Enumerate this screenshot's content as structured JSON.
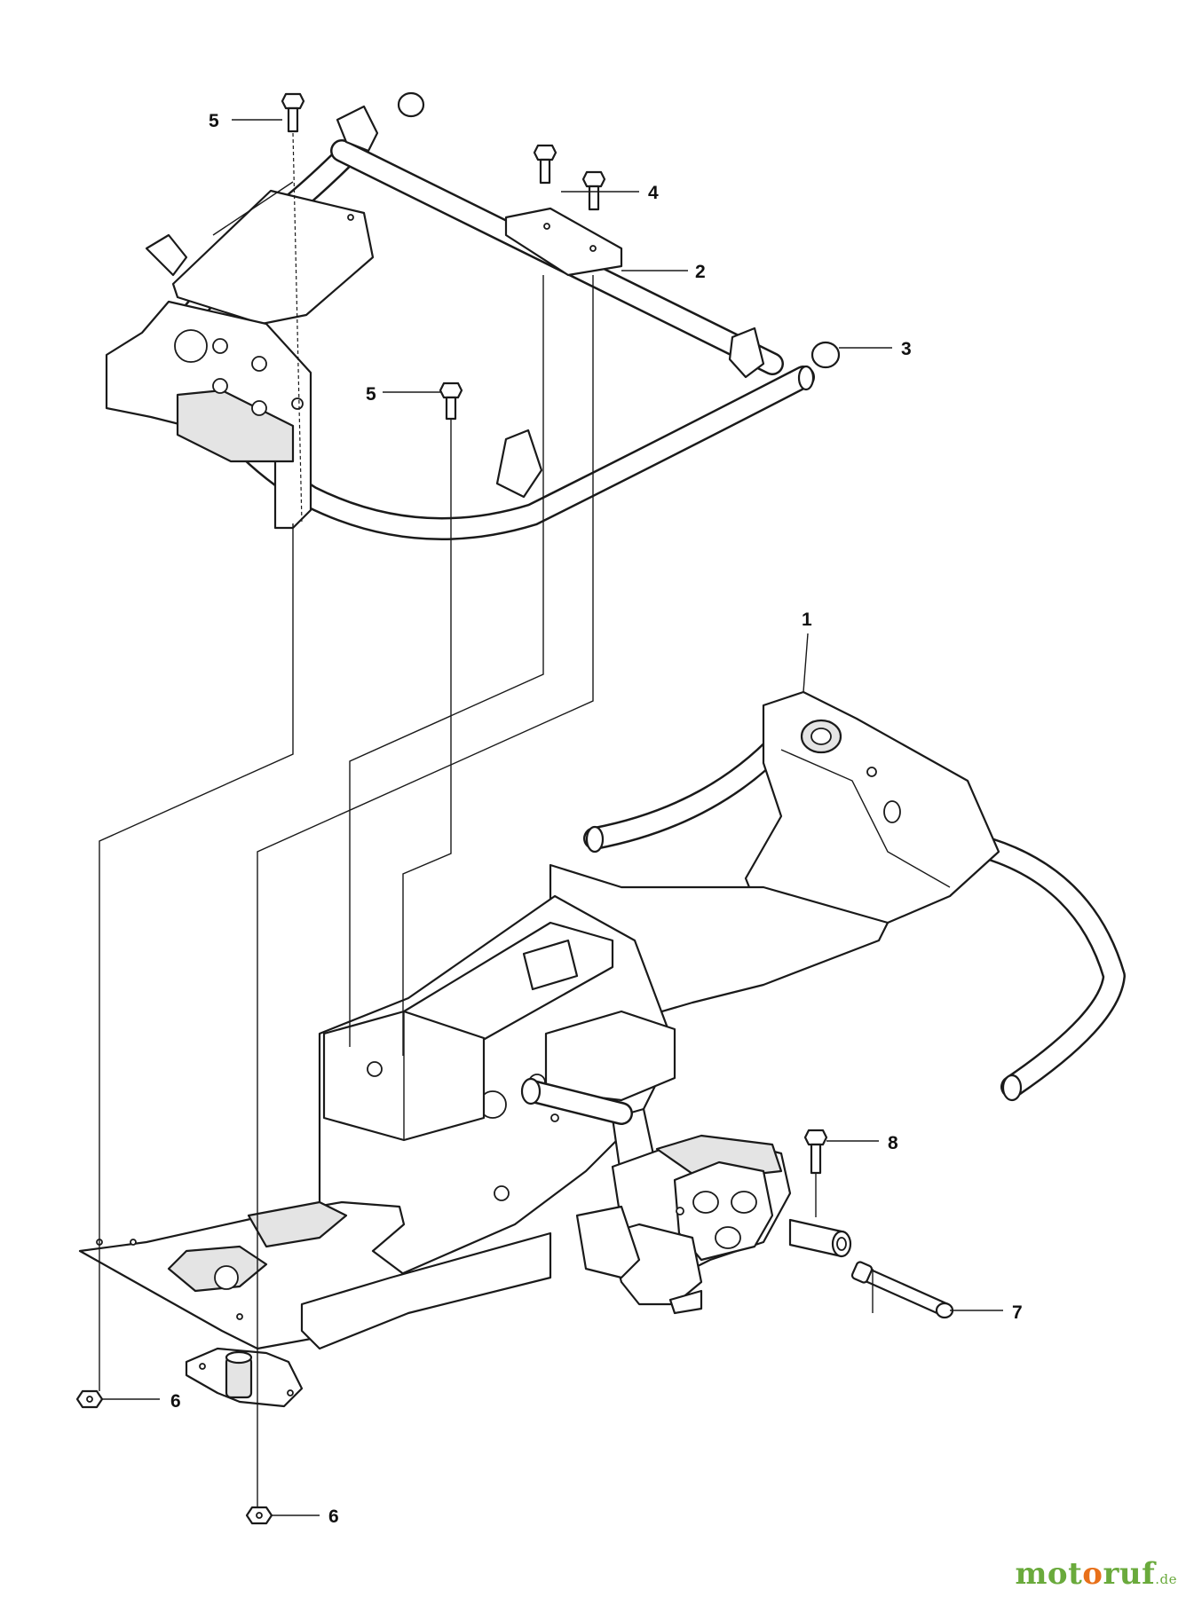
{
  "callouts": {
    "c1": "1",
    "c2": "2",
    "c3": "3",
    "c4": "4",
    "c5a": "5",
    "c5b": "5",
    "c6a": "6",
    "c6b": "6",
    "c7": "7",
    "c8": "8"
  },
  "watermark": {
    "part_a": "mot",
    "part_o": "o",
    "part_b": "ruf",
    "tld": ".de"
  }
}
